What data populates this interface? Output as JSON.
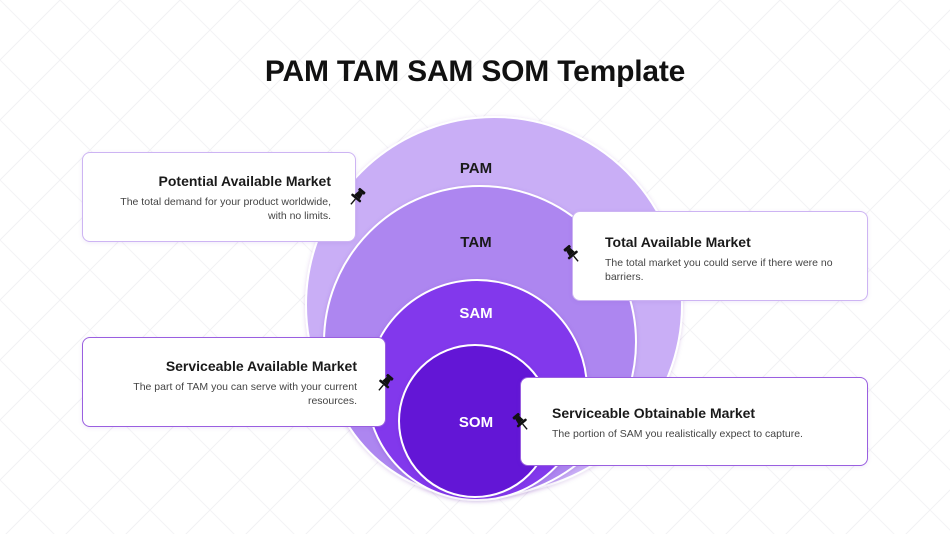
{
  "title": "PAM TAM SAM SOM Template",
  "colors": {
    "pam": "#c9aef6",
    "tam": "#ad86f0",
    "sam": "#8237ec",
    "som": "#6316d6",
    "card_border_light": "#cdb4f3",
    "card_border_dark": "#9a5fe0"
  },
  "circles": {
    "pam": "PAM",
    "tam": "TAM",
    "sam": "SAM",
    "som": "SOM"
  },
  "cards": {
    "pam": {
      "heading": "Potential Available Market",
      "text": "The total demand for your product worldwide, with no limits."
    },
    "tam": {
      "heading": "Total Available Market",
      "text": "The total market you could serve if there were no barriers."
    },
    "sam": {
      "heading": "Serviceable Available Market",
      "text": "The part of TAM you can serve with your current resources."
    },
    "som": {
      "heading": "Serviceable Obtainable Market",
      "text": "The portion of SAM you realistically expect to capture."
    }
  }
}
